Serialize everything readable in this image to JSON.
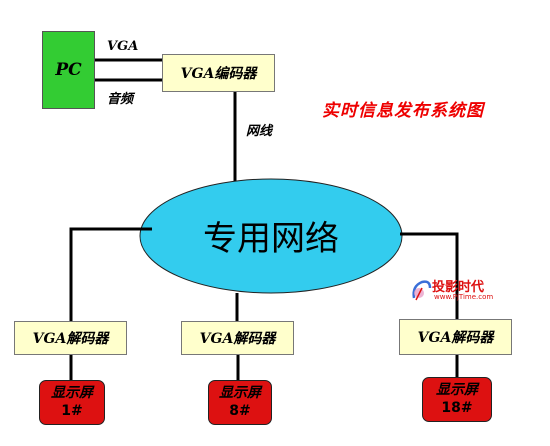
{
  "title": "实时信息发布系统图",
  "pc": {
    "label": "PC"
  },
  "encoder": {
    "label": "VGA编码器"
  },
  "links": {
    "vga": "VGA",
    "audio": "音频",
    "network": "网线"
  },
  "network": {
    "label": "专用网络",
    "fill": "#33ccee"
  },
  "decoders": [
    {
      "label": "VGA解码器"
    },
    {
      "label": "VGA解码器"
    },
    {
      "label": "VGA解码器"
    }
  ],
  "screens": [
    {
      "label": "显示屏",
      "number": "1#"
    },
    {
      "label": "显示屏",
      "number": "8#"
    },
    {
      "label": "显示屏",
      "number": "18#"
    }
  ],
  "watermark": {
    "text": "投影时代",
    "url": "www.PjTime.com"
  }
}
